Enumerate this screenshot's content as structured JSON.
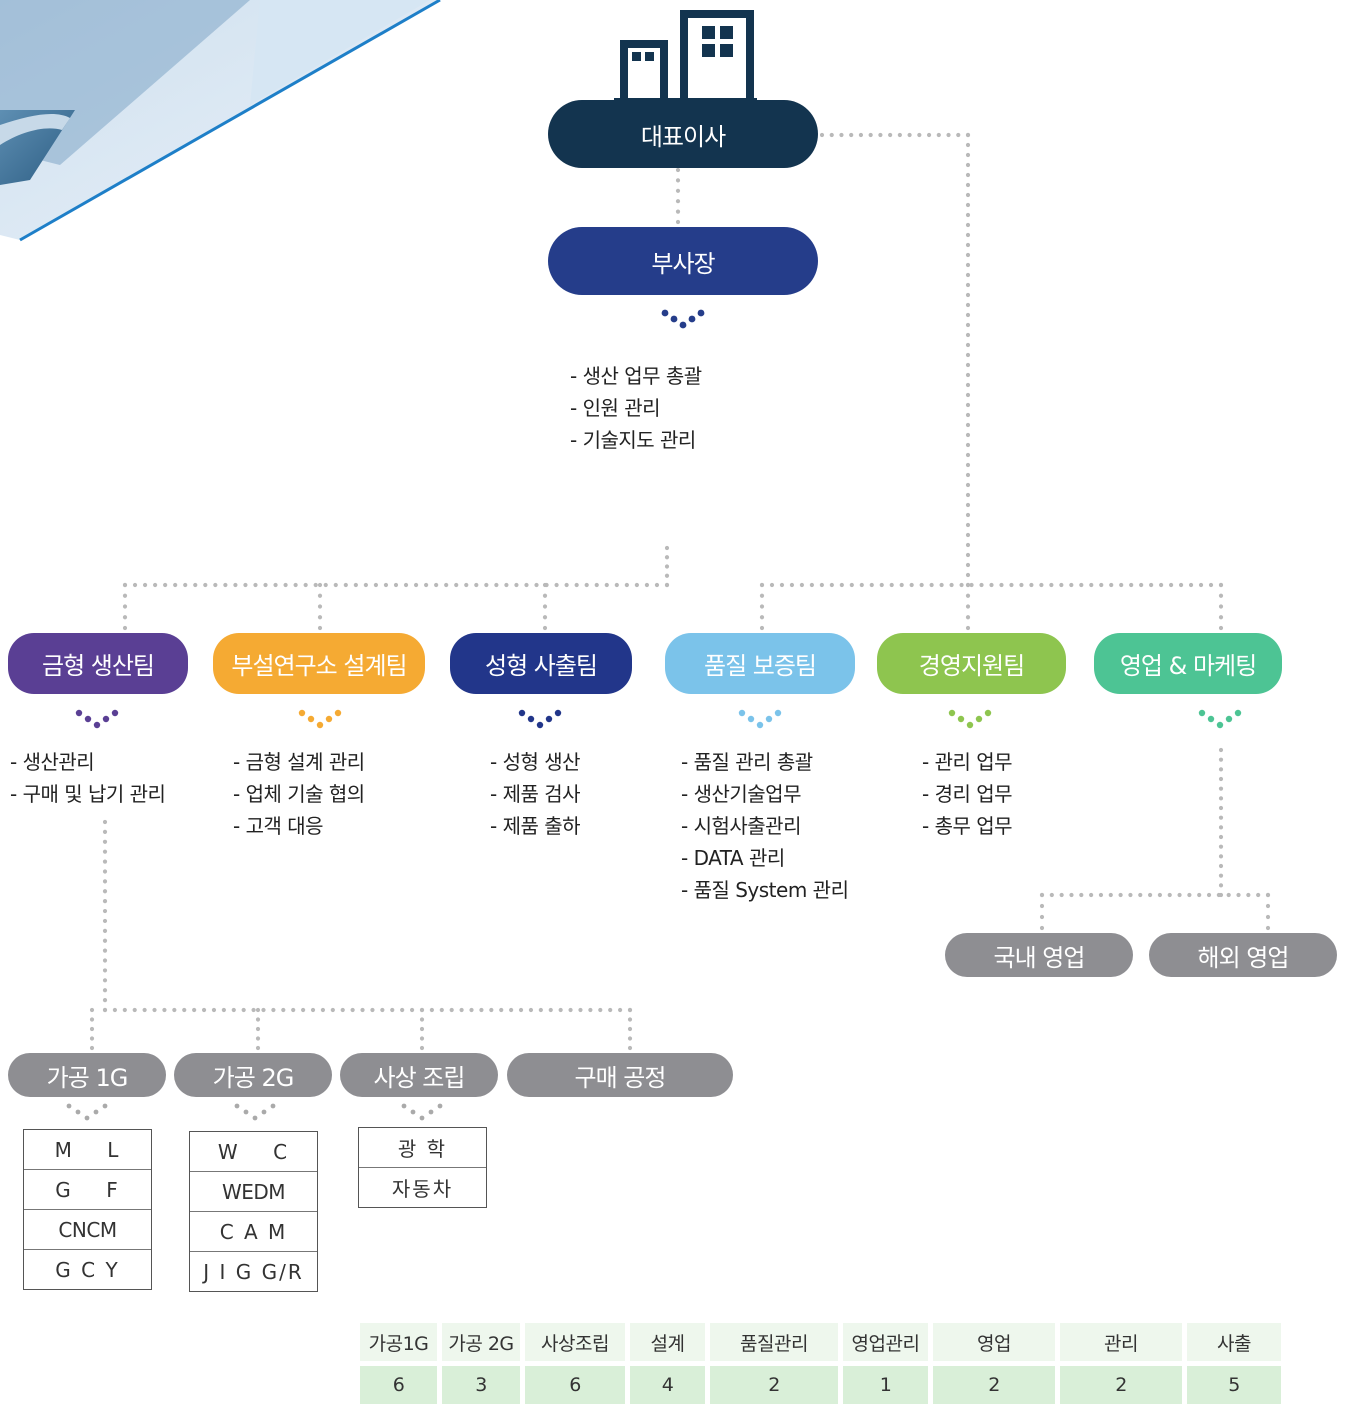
{
  "colors": {
    "ceo": "#13344f",
    "vp": "#253d8a",
    "mold": "#5a3f94",
    "rnd": "#f5aa33",
    "injection": "#22368a",
    "quality": "#7bc3ea",
    "management": "#8ec54f",
    "sales": "#4dc494",
    "gray": "#8e8e92",
    "dots": "#b9b9b9"
  },
  "top": {
    "building_icon": "building-icon",
    "ceo": "대표이사",
    "vp": "부사장",
    "vp_duties": [
      "- 생산 업무 총괄",
      "- 인원 관리",
      "- 기술지도 관리"
    ]
  },
  "departments": [
    {
      "label": "금형 생산팀",
      "duties": [
        "- 생산관리",
        "- 구매 및 납기 관리"
      ]
    },
    {
      "label": "부설연구소 설계팀",
      "duties": [
        "- 금형 설계 관리",
        "- 업체 기술 협의",
        "- 고객 대응"
      ]
    },
    {
      "label": "성형 사출팀",
      "duties": [
        "- 성형 생산",
        "- 제품 검사",
        "- 제품 출하"
      ]
    },
    {
      "label": "품질 보증팀",
      "duties": [
        "- 품질 관리 총괄",
        "- 생산기술업무",
        "- 시험사출관리",
        "- DATA 관리",
        "-  품질 System 관리"
      ]
    },
    {
      "label": "경영지원팀",
      "duties": [
        "- 관리 업무",
        "- 경리 업무",
        "- 총무 업무"
      ]
    },
    {
      "label": "영업 & 마케팅",
      "duties": []
    }
  ],
  "sales_units": [
    "국내 영업",
    "해외 영업"
  ],
  "production_units": [
    {
      "label": "가공 1G",
      "items": [
        "M    L",
        "G    F",
        "CNCM",
        "G C Y"
      ]
    },
    {
      "label": "가공 2G",
      "items": [
        "W    C",
        "WEDM",
        "C A M",
        "J I G G/R"
      ]
    },
    {
      "label": "사상 조립",
      "items": [
        "광 학",
        "자동차"
      ]
    },
    {
      "label": "구매 공정",
      "items": []
    }
  ],
  "headcount": {
    "headers": [
      "가공1G",
      "가공 2G",
      "사상조립",
      "설계",
      "품질관리",
      "영업관리",
      "영업",
      "관리",
      "사출"
    ],
    "values": [
      "6",
      "3",
      "6",
      "4",
      "2",
      "1",
      "2",
      "2",
      "5"
    ]
  }
}
